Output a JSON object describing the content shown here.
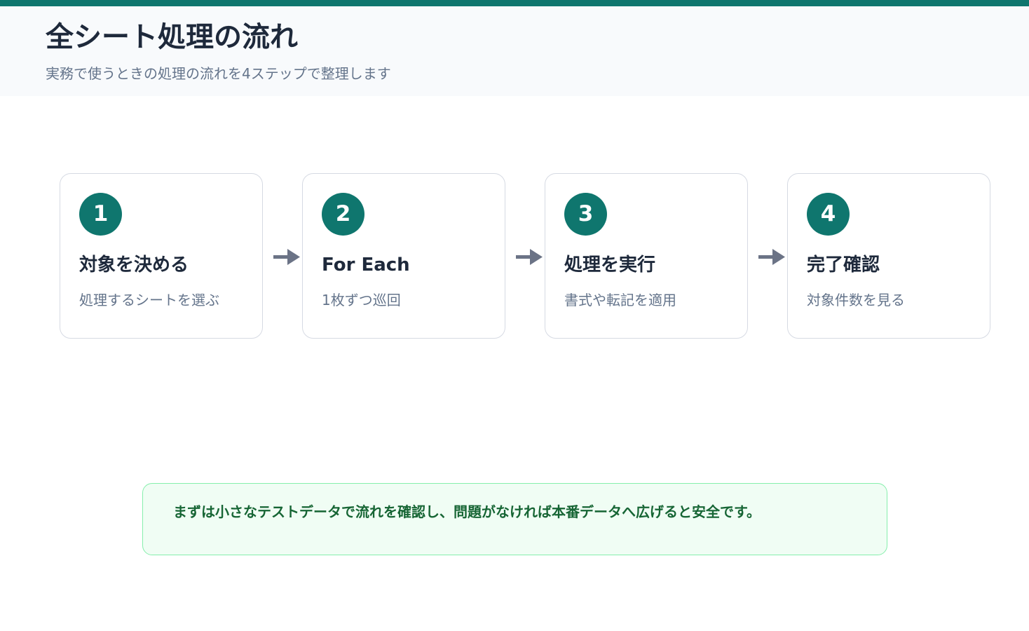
{
  "header": {
    "title": "全シート処理の流れ",
    "subtitle": "実務で使うときの処理の流れを4ステップで整理します"
  },
  "steps": [
    {
      "number": "1",
      "title": "対象を決める",
      "description": "処理するシートを選ぶ"
    },
    {
      "number": "2",
      "title": "For Each",
      "description": "1枚ずつ巡回"
    },
    {
      "number": "3",
      "title": "処理を実行",
      "description": "書式や転記を適用"
    },
    {
      "number": "4",
      "title": "完了確認",
      "description": "対象件数を見る"
    }
  ],
  "note": {
    "text": "まずは小さなテストデータで流れを確認し、問題がなければ本番データへ広げると安全です。"
  },
  "colors": {
    "accent": "#0f766e",
    "title": "#1e293b",
    "muted": "#64748b",
    "arrow": "#6b7386",
    "note_border": "#86efac",
    "note_bg": "#f0fdf4",
    "note_text": "#166534"
  }
}
